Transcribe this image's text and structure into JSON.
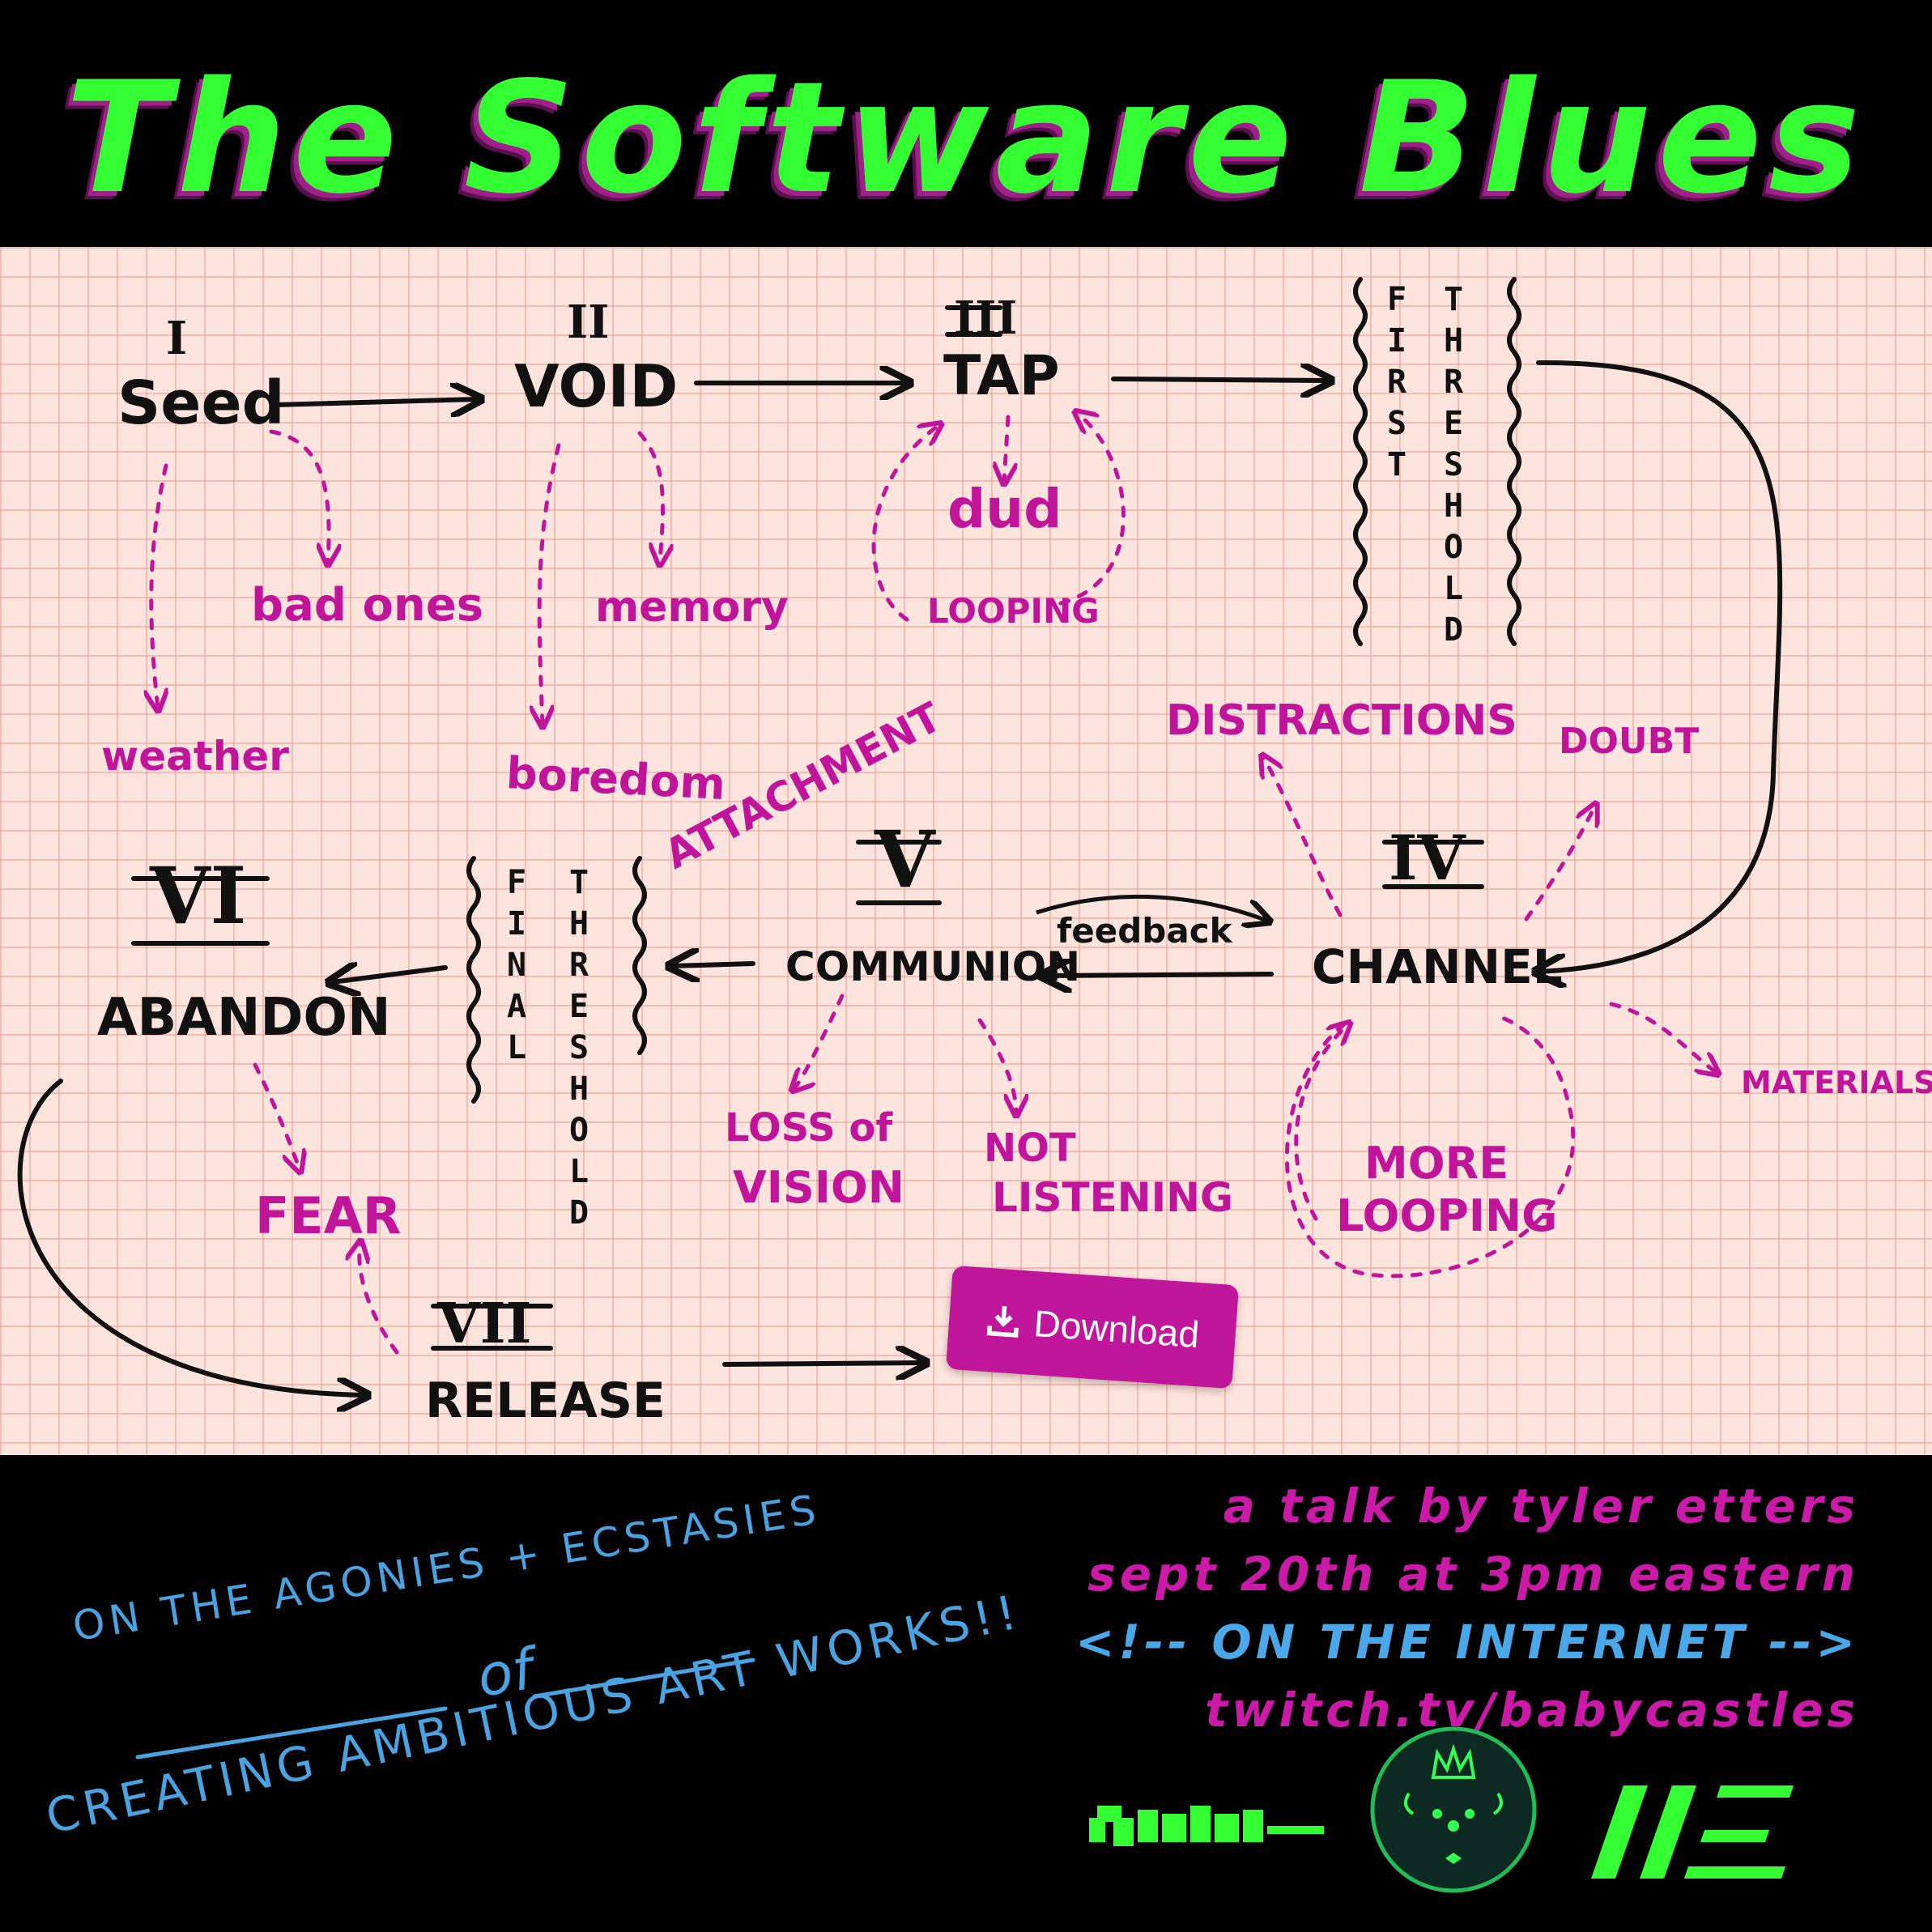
{
  "title": "The Software Blues",
  "stages": {
    "seed": {
      "numeral": "I",
      "label": "Seed"
    },
    "void": {
      "numeral": "II",
      "label": "VOID"
    },
    "tap": {
      "numeral": "III",
      "label": "TAP"
    },
    "first_threshold": {
      "word1": "FIRST",
      "word2": "THRESHOLD"
    },
    "channel": {
      "numeral": "IV",
      "label": "CHANNEL"
    },
    "communion": {
      "numeral": "V",
      "label": "COMMUNION"
    },
    "final_threshold": {
      "word1": "FINAL",
      "word2": "THRESHOLD"
    },
    "abandon": {
      "numeral": "VI",
      "label": "ABANDON"
    },
    "release": {
      "numeral": "VII",
      "label": "RELEASE"
    }
  },
  "pitfalls": {
    "weather": "weather",
    "bad_ones": "bad ones",
    "memory": "memory",
    "boredom": "boredom",
    "dud": "dud",
    "looping": "LOOPING",
    "distractions": "DISTRACTIONS",
    "doubt": "DOUBT",
    "materials": "MATERIALS",
    "more_looping_1": "MORE",
    "more_looping_2": "LOOPING",
    "attachment": "ATTACHMENT",
    "feedback": "feedback",
    "loss_of_vision_1": "LOSS of",
    "loss_of_vision_2": "VISION",
    "not_listening_1": "NOT",
    "not_listening_2": "LISTENING",
    "fear": "FEAR"
  },
  "download_button": {
    "label": "Download",
    "icon": "download-icon"
  },
  "info": {
    "line1": "a talk by tyler etters",
    "line2": "sept 20th at 3pm eastern",
    "line3": "<!-- ON THE INTERNET -->",
    "line4": "twitch.tv/babycastles"
  },
  "subtitle": {
    "part1": "ON THE AGONIES + ECSTASIES",
    "part2": "of",
    "part3": "CREATING AMBITIOUS ART WORKS!!"
  },
  "logos": [
    "pixel-logo-icon",
    "crowned-bear-logo-icon",
    "stripe-logo-icon"
  ],
  "colors": {
    "title_green": "#33ff33",
    "magenta": "#c0149a",
    "blue": "#4aa8e8",
    "grid_bg": "#fde4dc",
    "footer_bg": "#000000"
  }
}
